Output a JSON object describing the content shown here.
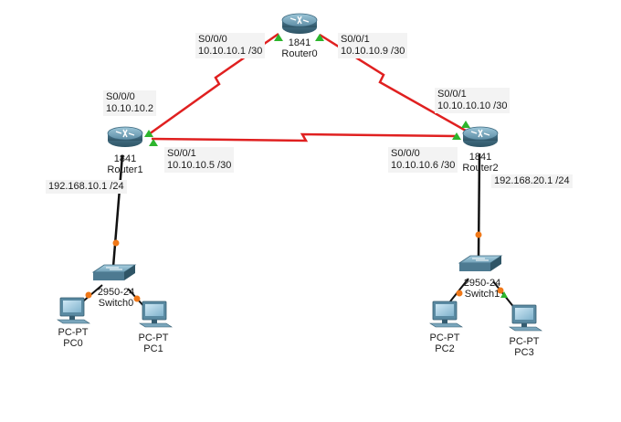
{
  "devices": {
    "router0": {
      "model": "1841",
      "name": "Router0"
    },
    "router1": {
      "model": "1841",
      "name": "Router1"
    },
    "router2": {
      "model": "1841",
      "name": "Router2"
    },
    "switch0": {
      "model": "2950-24",
      "name": "Switch0"
    },
    "switch1": {
      "model": "2950-24",
      "name": "Switch1"
    },
    "pc0": {
      "model": "PC-PT",
      "name": "PC0"
    },
    "pc1": {
      "model": "PC-PT",
      "name": "PC1"
    },
    "pc2": {
      "model": "PC-PT",
      "name": "PC2"
    },
    "pc3": {
      "model": "PC-PT",
      "name": "PC3"
    }
  },
  "interfaces": {
    "r0_s000": {
      "port": "S0/0/0",
      "ip": "10.10.10.1 /30"
    },
    "r0_s001": {
      "port": "S0/0/1",
      "ip": "10.10.10.9 /30"
    },
    "r1_s000": {
      "port": "S0/0/0",
      "ip": "10.10.10.2"
    },
    "r1_s001": {
      "port": "S0/0/1",
      "ip": "10.10.10.5 /30"
    },
    "r1_lan": {
      "ip": "192.168.10.1 /24"
    },
    "r2_s001": {
      "port": "S0/0/1",
      "ip": "10.10.10.10 /30"
    },
    "r2_s000": {
      "port": "S0/0/0",
      "ip": "10.10.10.6 /30"
    },
    "r2_lan": {
      "ip": "192.168.20.1 /24"
    }
  },
  "colors": {
    "serial_link": "#e02020",
    "copper_link": "#111111",
    "link_up": "#2db52d",
    "link_port": "#f07818",
    "router_body": "#5f8ea6",
    "label_bg": "#f3f3f3"
  }
}
